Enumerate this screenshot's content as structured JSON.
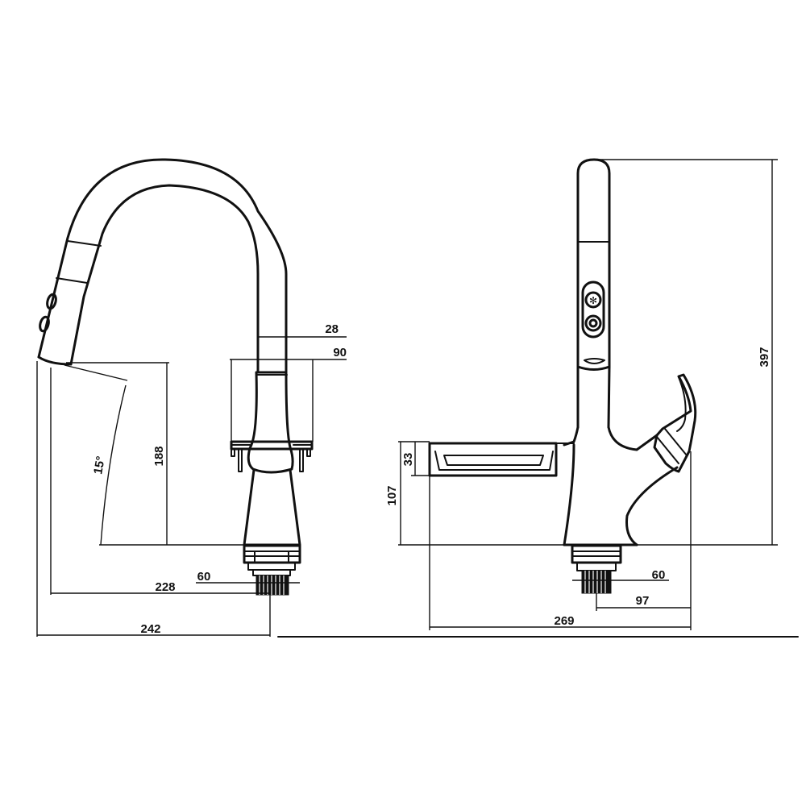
{
  "front_view": {
    "dimensions": {
      "spout_diameter": "28",
      "body_width": "90",
      "spray_angle": "15°",
      "spout_height": "188",
      "base_diameter": "60",
      "reach_to_outlet": "228",
      "overall_reach": "242"
    }
  },
  "side_view": {
    "dimensions": {
      "overall_height": "397",
      "base_height": "107",
      "shelf_height": "33",
      "base_diameter": "60",
      "handle_offset": "97",
      "overall_depth": "269"
    },
    "spray_buttons": [
      "snowflake-icon",
      "ring-icon"
    ]
  }
}
